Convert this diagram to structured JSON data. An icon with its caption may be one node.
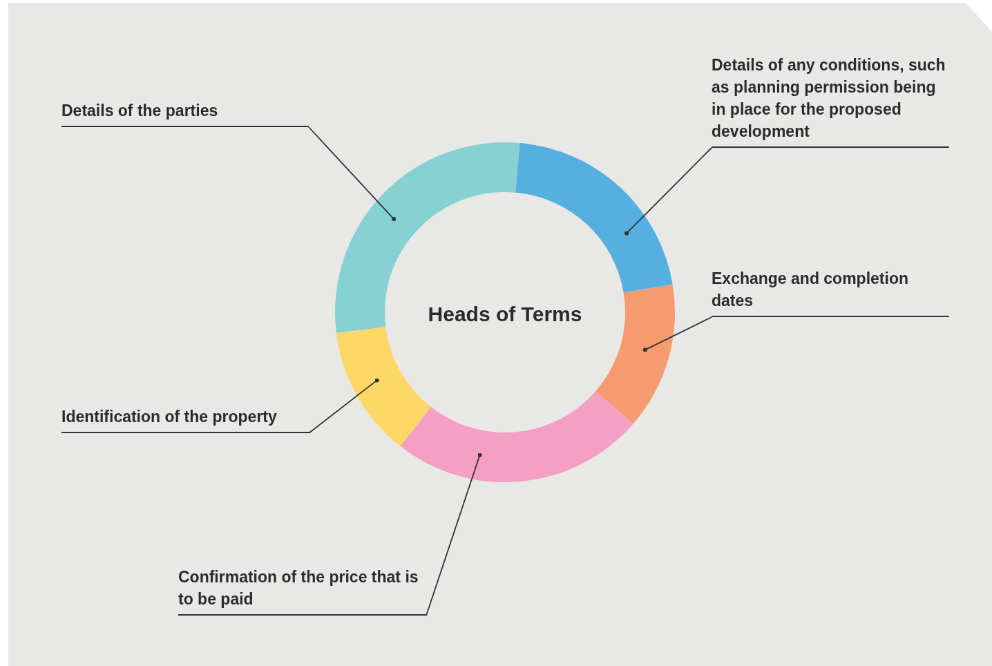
{
  "diagram": {
    "nodes": [
      {
        "text": [
          "Details of the parties"
        ]
      },
      {
        "text": [
          "Details of any conditions, such as planning permission being in place for the proposed development"
        ]
      },
      {
        "text": [
          "Heads of Terms"
        ]
      },
      {
        "text": [
          "Exchange and completion dates"
        ]
      },
      {
        "text": [
          "Identification of the property"
        ]
      },
      {
        "text": [
          "Confirmation of the price that is to be paid"
        ]
      },
      {
        "text": [],
        "shape": "arc"
      },
      {
        "text": [],
        "shape": "arc"
      },
      {
        "text": [],
        "shape": "arc"
      },
      {
        "text": [],
        "shape": "arc"
      },
      {
        "text": [],
        "shape": "arc"
      }
    ],
    "edges": [
      {
        "from": 0,
        "to": 6,
        "arrow": "other"
      },
      {
        "from": 1,
        "to": 7,
        "arrow": "other"
      },
      {
        "from": 3,
        "to": 8,
        "arrow": "other"
      },
      {
        "from": 4,
        "to": 10,
        "arrow": "other"
      },
      {
        "from": 5,
        "to": 9,
        "arrow": "other"
      }
    ]
  }
}
